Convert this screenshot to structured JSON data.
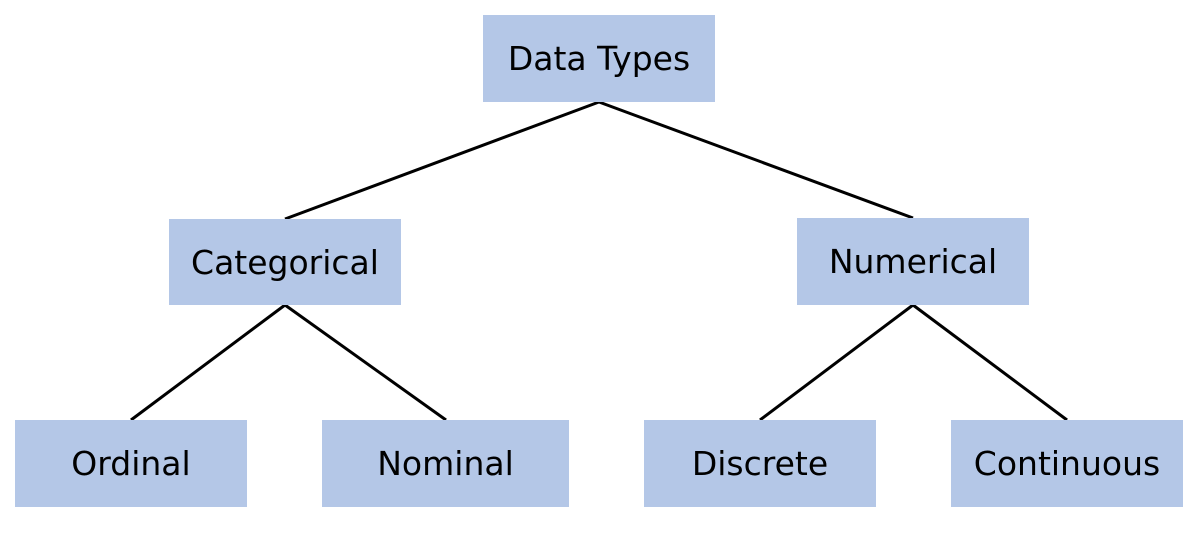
{
  "diagram": {
    "nodes": [
      {
        "id": "root",
        "label": "Data Types"
      },
      {
        "id": "categorical",
        "label": "Categorical"
      },
      {
        "id": "numerical",
        "label": "Numerical"
      },
      {
        "id": "ordinal",
        "label": "Ordinal"
      },
      {
        "id": "nominal",
        "label": "Nominal"
      },
      {
        "id": "discrete",
        "label": "Discrete"
      },
      {
        "id": "continuous",
        "label": "Continuous"
      }
    ],
    "edges": [
      {
        "from": "root",
        "to": "categorical"
      },
      {
        "from": "root",
        "to": "numerical"
      },
      {
        "from": "categorical",
        "to": "ordinal"
      },
      {
        "from": "categorical",
        "to": "nominal"
      },
      {
        "from": "numerical",
        "to": "discrete"
      },
      {
        "from": "numerical",
        "to": "continuous"
      }
    ]
  },
  "colors": {
    "node_fill": "#b4c7e7",
    "line": "#000000",
    "text": "#000000",
    "background": "#ffffff"
  }
}
